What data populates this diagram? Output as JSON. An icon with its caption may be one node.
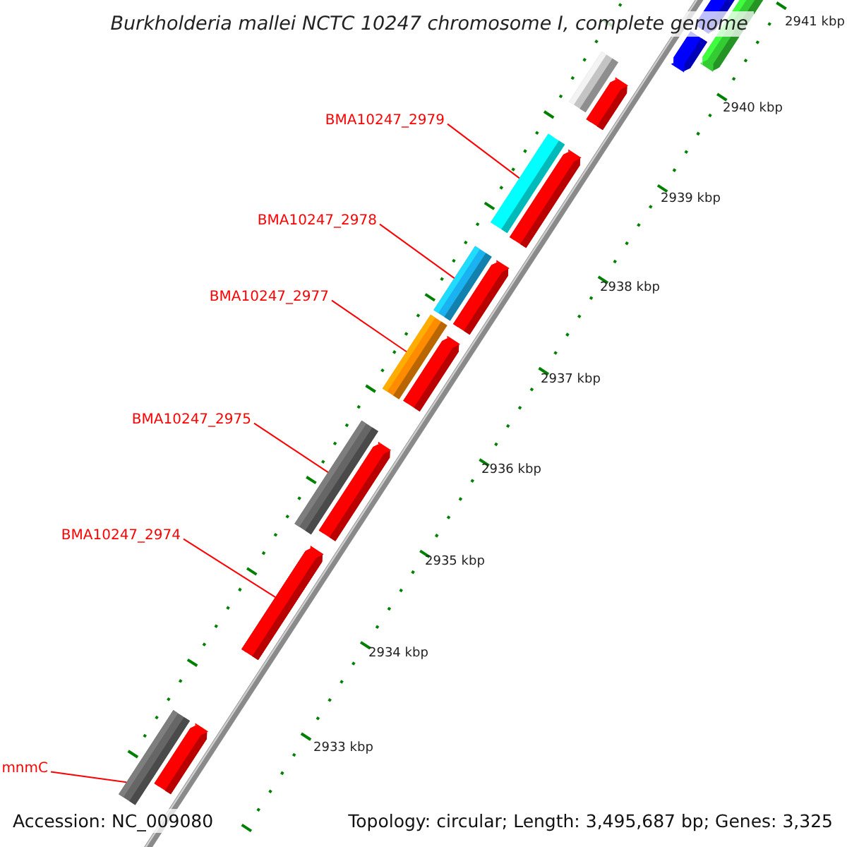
{
  "diagram": {
    "title": "Burkholderia mallei NCTC 10247 chromosome I, complete genome",
    "nodes": [
      {
        "text": [
          "BMA10247_2979"
        ]
      },
      {
        "text": [
          "BMA10247_2978"
        ]
      },
      {
        "text": [
          "BMA10247_2977"
        ]
      },
      {
        "text": [
          "BMA10247_2975"
        ]
      },
      {
        "text": [
          "BMA10247_2974"
        ]
      },
      {
        "text": [
          "mnmC"
        ]
      },
      {
        "text": [],
        "shape": "bar"
      },
      {
        "text": [],
        "shape": "bar"
      },
      {
        "text": [],
        "shape": "bar"
      },
      {
        "text": [],
        "shape": "bar"
      },
      {
        "text": [],
        "shape": "bar"
      },
      {
        "text": [],
        "shape": "bar"
      }
    ],
    "edges": [
      {
        "from": 0,
        "to": 6,
        "arrow": "none",
        "color": "#ff0000"
      },
      {
        "from": 1,
        "to": 7,
        "arrow": "none",
        "color": "#ff0000"
      },
      {
        "from": 2,
        "to": 8,
        "arrow": "none",
        "color": "#ff0000"
      },
      {
        "from": 3,
        "to": 9,
        "arrow": "none",
        "color": "#ff0000"
      },
      {
        "from": 4,
        "to": 10,
        "arrow": "none",
        "color": "#ff0000"
      },
      {
        "from": 5,
        "to": 11,
        "arrow": "none",
        "color": "#ff0000"
      }
    ],
    "labels": [
      "2941 kbp",
      "2940 kbp",
      "2939 kbp",
      "2938 kbp",
      "2937 kbp",
      "2936 kbp",
      "2935 kbp",
      "2934 kbp",
      "2933 kbp",
      "Accession: NC_009080",
      "Topology: circular; Length: 3,495,687 bp; Genes: 3,325"
    ]
  }
}
